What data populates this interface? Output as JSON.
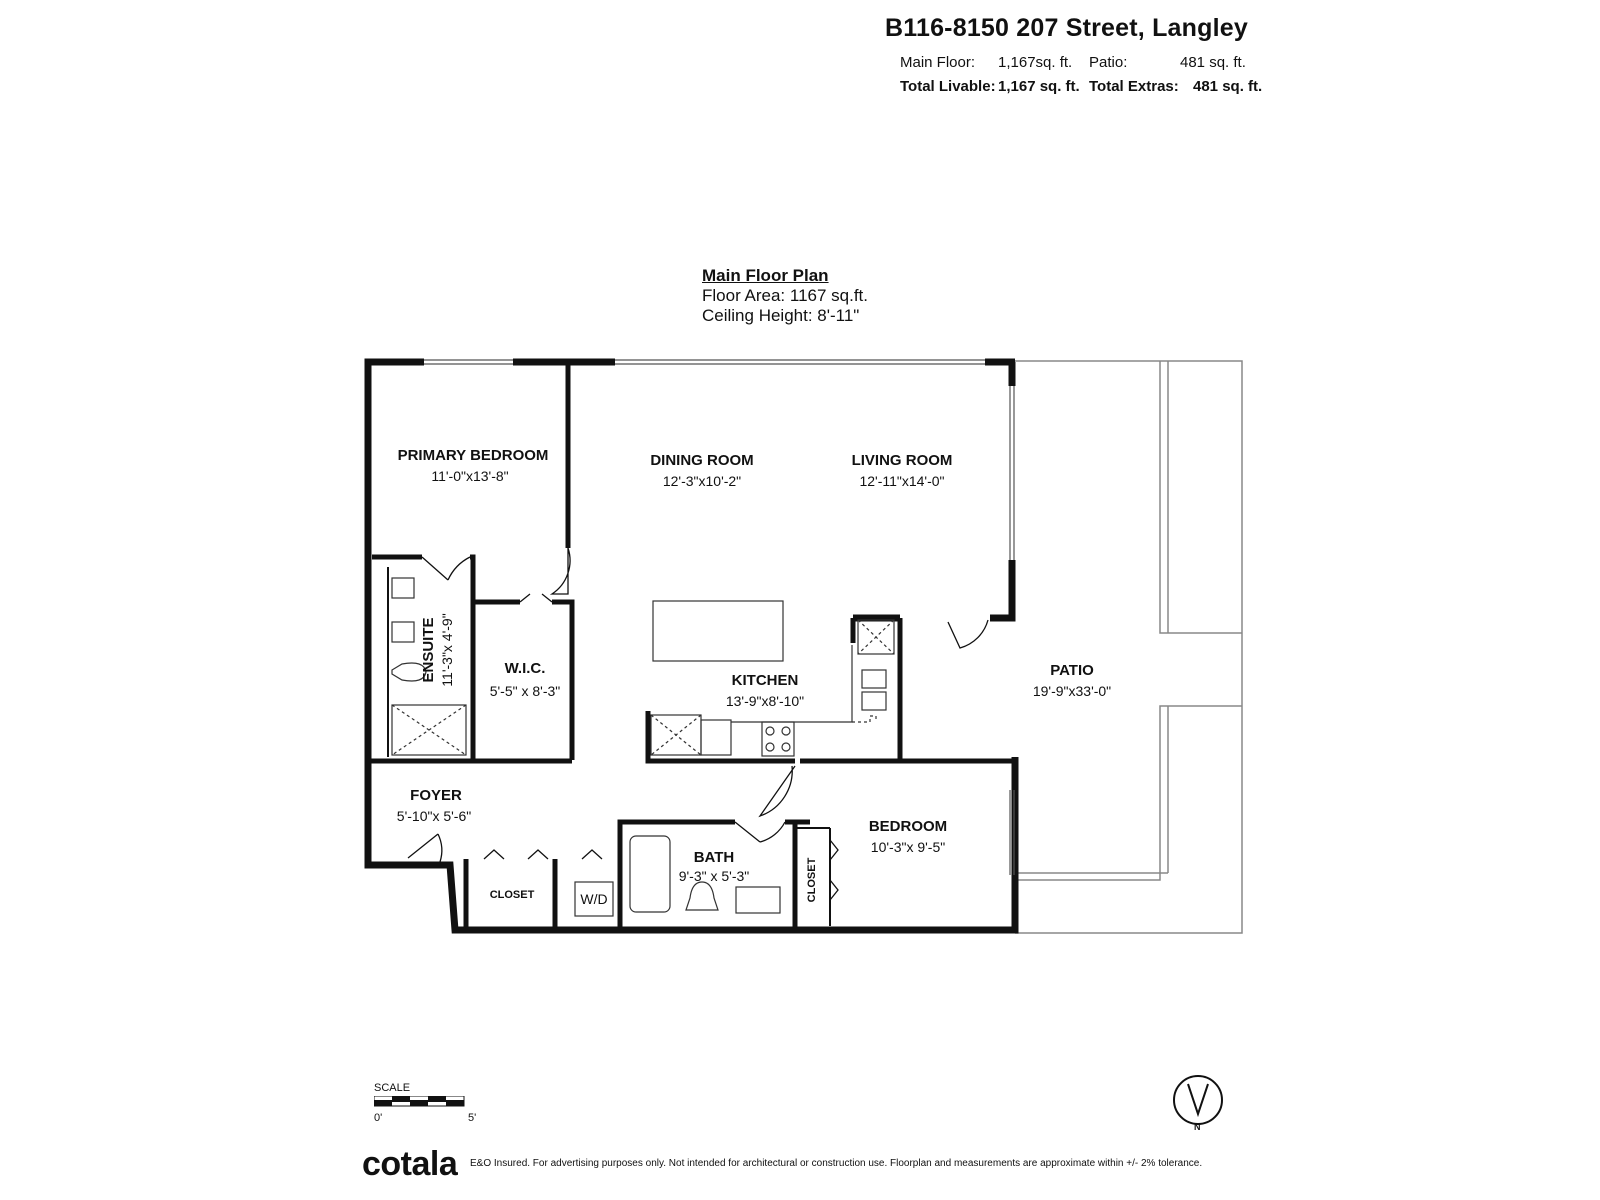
{
  "header": {
    "address": "B116-8150 207 Street, Langley",
    "main_floor_label": "Main Floor:",
    "main_floor_value": "1,167sq. ft.",
    "patio_label": "Patio:",
    "patio_value": "481 sq. ft.",
    "total_livable_label": "Total Livable:",
    "total_livable_value": "1,167 sq. ft.",
    "total_extras_label": "Total Extras:",
    "total_extras_value": "481 sq. ft."
  },
  "plan": {
    "title": "Main Floor Plan",
    "floor_area": "Floor Area: 1167 sq.ft.",
    "ceiling_height": "Ceiling Height: 8'-11\""
  },
  "rooms": {
    "primary_bedroom": {
      "name": "PRIMARY BEDROOM",
      "dims": "11'-0\"x13'-8\""
    },
    "dining_room": {
      "name": "DINING ROOM",
      "dims": "12'-3\"x10'-2\""
    },
    "living_room": {
      "name": "LIVING ROOM",
      "dims": "12'-11\"x14'-0\""
    },
    "ensuite": {
      "name": "ENSUITE",
      "dims": "11'-3\"x 4'-9\""
    },
    "wic": {
      "name": "W.I.C.",
      "dims": "5'-5\" x 8'-3\""
    },
    "kitchen": {
      "name": "KITCHEN",
      "dims": "13'-9\"x8'-10\""
    },
    "patio": {
      "name": "PATIO",
      "dims": "19'-9\"x33'-0\""
    },
    "foyer": {
      "name": "FOYER",
      "dims": "5'-10\"x 5'-6\""
    },
    "bath": {
      "name": "BATH",
      "dims": "9'-3\" x 5'-3\""
    },
    "bedroom": {
      "name": "BEDROOM",
      "dims": "10'-3\"x 9'-5\""
    },
    "closet_foyer": {
      "name": "CLOSET"
    },
    "closet_bedroom": {
      "name": "CLOSET"
    },
    "washer_dryer": {
      "name": "W/D"
    }
  },
  "scale": {
    "label": "SCALE",
    "min": "0'",
    "max": "5'"
  },
  "compass": {
    "label": "N"
  },
  "footer": {
    "brand": "cotala",
    "disclaimer": "E&O Insured. For advertising purposes only. Not intended for architectural or construction use. Floorplan and measurements are approximate within +/- 2% tolerance."
  }
}
